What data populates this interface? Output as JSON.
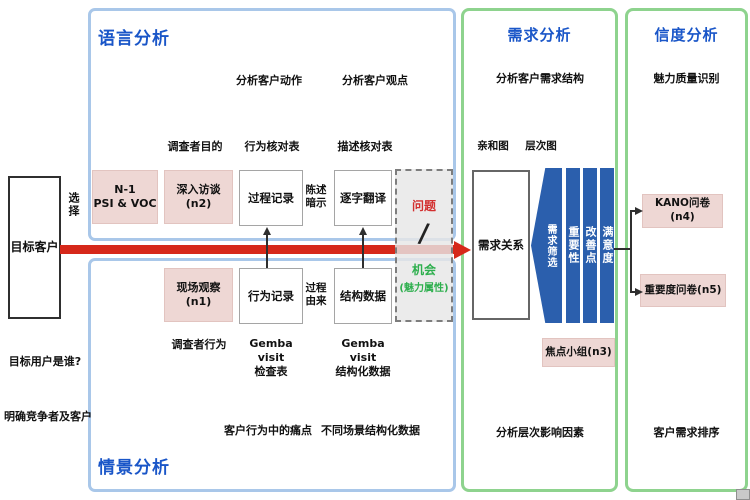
{
  "left_column": {
    "target_customer": "目标客户",
    "select_label": "选择",
    "question_who": "目标用户是谁?",
    "question_competitors": "明确竞争者及客户"
  },
  "language_panel": {
    "title": "语言分析",
    "header_action": "分析客户动作",
    "header_viewpoint": "分析客户观点",
    "label_investigator_purpose": "调查者目的",
    "label_behavior_checklist": "行为核对表",
    "label_description_checklist": "描述核对表",
    "box_n1_line1": "N-1",
    "box_n1_line2": "PSI & VOC",
    "box_interview": "深入访谈(n2)",
    "box_process_record": "过程记录",
    "label_statement_line1": "陈述",
    "label_statement_line2": "暗示",
    "box_verbatim": "逐字翻译"
  },
  "problem_box": {
    "problem": "问题",
    "slash": "/",
    "opportunity": "机会",
    "opportunity_attr": "(魅力属性)",
    "problem_color": "#d32f2f",
    "opportunity_color": "#2eaf4e"
  },
  "scenario_panel": {
    "title": "情景分析",
    "box_observation": "现场观察(n1)",
    "box_behavior_record": "行为记录",
    "label_process_origin_line1": "过程",
    "label_process_origin_line2": "由来",
    "box_structured_data": "结构数据",
    "label_investigator_behavior": "调查者行为",
    "label_gemba_check_line1": "Gemba visit",
    "label_gemba_check_line2": "检查表",
    "label_gemba_struct_line1": "Gemba visit",
    "label_gemba_struct_line2": "结构化数据",
    "label_pain_points": "客户行为中的痛点",
    "label_scene_struct_data": "不同场景结构化数据"
  },
  "demand_panel": {
    "title": "需求分析",
    "subtitle": "分析客户需求结构",
    "label_affinity": "亲和图",
    "label_hierarchy": "层次图",
    "box_demand_relation": "需求关系",
    "pentagon_label": "需求筛选",
    "bar_importance": "重要性",
    "bar_improvement": "改善点",
    "bar_satisfaction": "满意度",
    "box_focus_group": "焦点小组(n3)",
    "footer": "分析层次影响因素"
  },
  "reliability_panel": {
    "title": "信度分析",
    "subtitle": "魅力质量识别",
    "box_kano": "KANO问卷(n4)",
    "box_importance_survey": "重要度问卷(n5)",
    "footer": "客户需求排序"
  },
  "colors": {
    "panel_blue_border": "#a9c7e9",
    "panel_green_border": "#8ed38e",
    "title_blue": "#1a56c8",
    "pink_fill": "#eed7d4",
    "red_arrow": "#d6281a",
    "shape_blue": "#2b5fad"
  }
}
